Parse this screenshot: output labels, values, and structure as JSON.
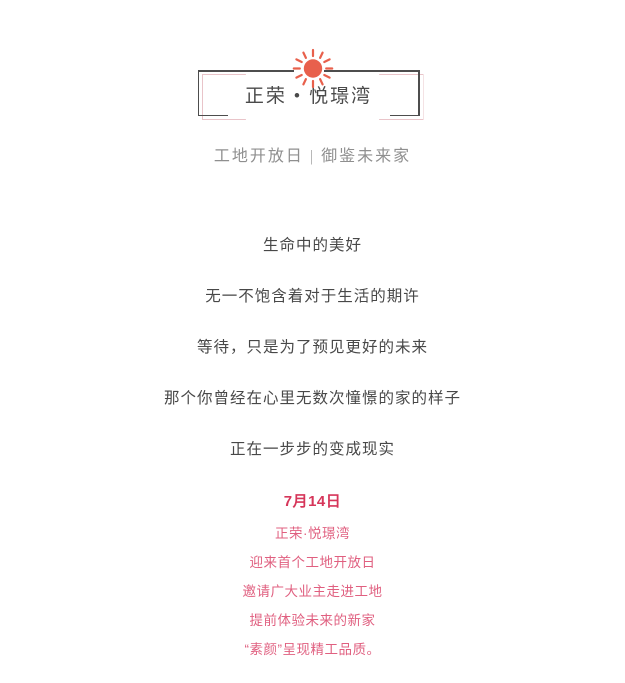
{
  "header": {
    "sun_icon": "sun-icon",
    "brand_title": "正荣 • 悦璟湾",
    "subtitle_left": "工地开放日",
    "subtitle_divider": "|",
    "subtitle_right": "御鉴未来家"
  },
  "poem": {
    "lines": [
      "生命中的美好",
      "无一不饱含着对于生活的期许",
      "等待，只是为了预见更好的未来",
      "那个你曾经在心里无数次憧憬的家的样子",
      "正在一步步的变成现实"
    ]
  },
  "callout": {
    "date": "7月14日",
    "lines": [
      "正荣·悦璟湾",
      "迎来首个工地开放日",
      "邀请广大业主走进工地",
      "提前体验未来的新家",
      "“素颜”呈现精工品质。"
    ]
  },
  "colors": {
    "background": "#ffffff",
    "body_text": "#484848",
    "brand_text": "#4a4a4a",
    "subtitle_text": "#8f8f8f",
    "bracket_dark": "#4d4d4d",
    "bracket_pink": "#e9c4c9",
    "sun": "#e8604c",
    "date_red": "#d6365a",
    "callout_red": "#e06080"
  }
}
